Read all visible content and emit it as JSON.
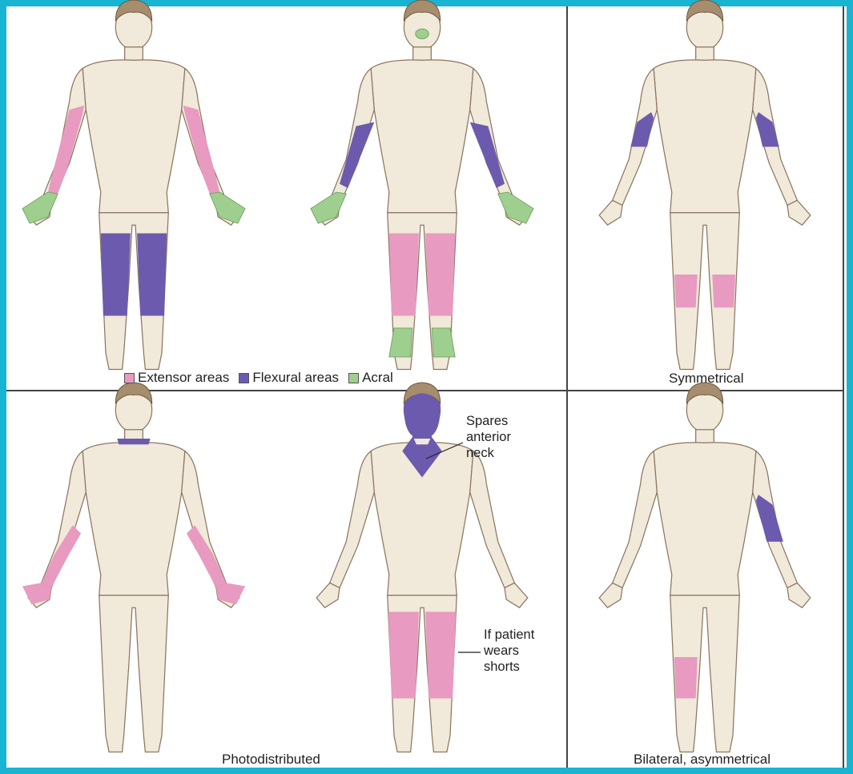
{
  "legend": {
    "items": [
      {
        "label": "Extensor areas",
        "color": "#e89ac0"
      },
      {
        "label": "Flexural areas",
        "color": "#6c5aae"
      },
      {
        "label": "Acral",
        "color": "#9fcf8f"
      }
    ]
  },
  "captions": {
    "top_right": "Symmetrical",
    "bottom_left": "Photodistributed",
    "bottom_right": "Bilateral, asymmetrical"
  },
  "annotations": {
    "spares_neck": "Spares\nanterior\nneck",
    "shorts": "If patient\nwears\nshorts"
  },
  "colors": {
    "skin": "#f1e9d9",
    "outline": "#8a7660",
    "hair": "#a58d6e",
    "border": "#19b4d2"
  }
}
